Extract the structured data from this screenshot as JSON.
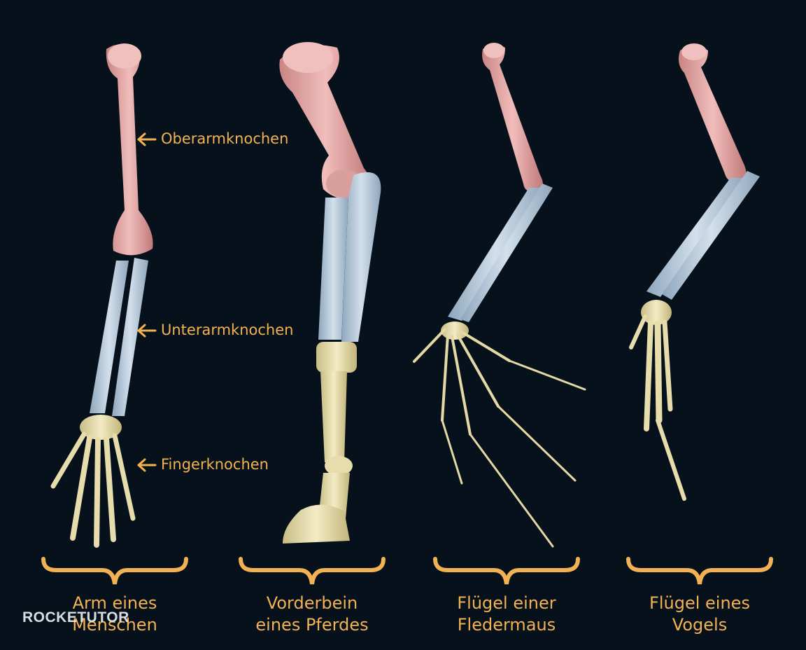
{
  "colors": {
    "background": "#07111b",
    "humerus": "#e4a7a5",
    "forearm": "#b6c8d8",
    "hand": "#e6dcac",
    "label": "#f2b254"
  },
  "bone_labels": [
    {
      "text": "Oberarmknochen",
      "icon": "arrow-left-icon"
    },
    {
      "text": "Unterarmknochen",
      "icon": "arrow-left-icon"
    },
    {
      "text": "Fingerknochen",
      "icon": "arrow-left-icon"
    }
  ],
  "captions": [
    {
      "line1": "Arm eines",
      "line2": "Menschen"
    },
    {
      "line1": "Vorderbein",
      "line2": "eines Pferdes"
    },
    {
      "line1": "Flügel einer",
      "line2": "Fledermaus"
    },
    {
      "line1": "Flügel eines",
      "line2": "Vogels"
    }
  ],
  "watermark": "ROCKETUTOR"
}
